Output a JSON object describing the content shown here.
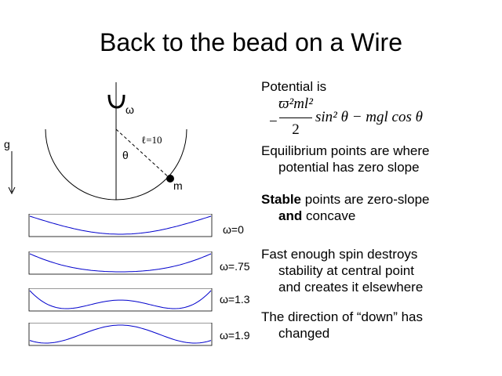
{
  "title": "Back to the bead on a Wire",
  "diagram": {
    "g_label": "g",
    "omega_label": "ω",
    "theta_label": "θ",
    "length_label": "ℓ=10",
    "mass_label": "m"
  },
  "text": {
    "potential_label": "Potential is",
    "formula": {
      "minus": "−",
      "num": "ϖ²ml²",
      "den": "2",
      "rest": "sin² θ − mgl cos θ"
    },
    "equilibrium_line1": "Equilibrium points are where",
    "equilibrium_line2": "potential has zero slope",
    "stable_bold": "Stable",
    "stable_rest": " points are zero-slope",
    "and_bold": "and",
    "concave": " concave",
    "fast_line1": "Fast enough spin destroys",
    "fast_line2": "stability at central point",
    "fast_line3": "and creates it elsewhere",
    "direction_line1": "The direction of “down” has",
    "direction_line2": "changed"
  },
  "plots": [
    {
      "label": "ω=0",
      "omega": 0
    },
    {
      "label": "ω=.75",
      "omega": 0.75
    },
    {
      "label": "ω=1.3",
      "omega": 1.3
    },
    {
      "label": "ω=1.9",
      "omega": 1.9
    }
  ],
  "colors": {
    "curve": "#0000cc"
  }
}
